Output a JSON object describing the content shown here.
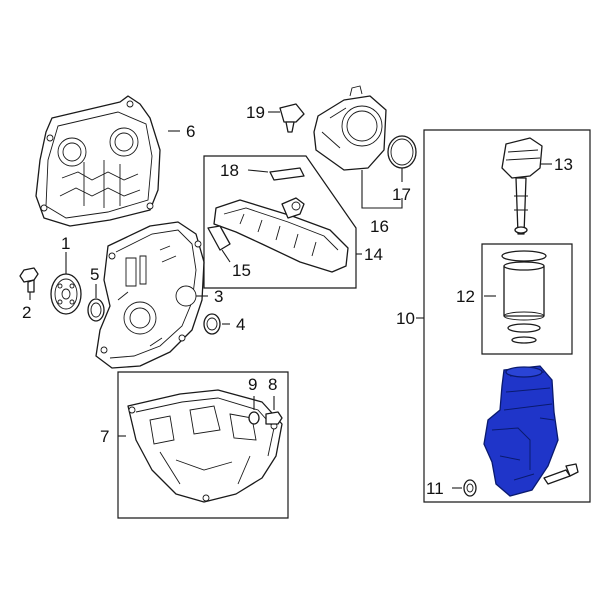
{
  "colors": {
    "line": "#1a1a1a",
    "highlight": "#1f35c9",
    "highlight_edge": "#0a1a6e",
    "background": "#ffffff"
  },
  "callouts": {
    "c1": "1",
    "c2": "2",
    "c3": "3",
    "c4": "4",
    "c5": "5",
    "c6": "6",
    "c7": "7",
    "c8": "8",
    "c9": "9",
    "c10": "10",
    "c11": "11",
    "c12": "12",
    "c13": "13",
    "c14": "14",
    "c15": "15",
    "c16": "16",
    "c17": "17",
    "c18": "18",
    "c19": "19"
  }
}
